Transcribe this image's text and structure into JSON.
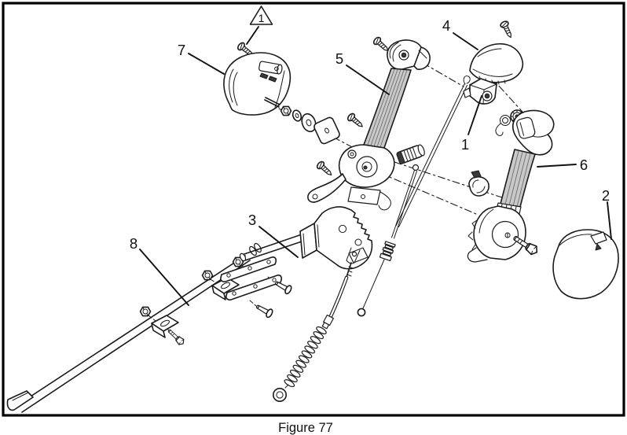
{
  "figure": {
    "caption": "Figure 77",
    "kind": "exploded-parts-diagram"
  },
  "colors": {
    "ink": "#1b1b1b",
    "background": "#ffffff"
  },
  "warning_triangle": {
    "label": "1"
  },
  "callouts": [
    {
      "label": "7",
      "part": "handle-cover"
    },
    {
      "label": "5",
      "part": "left-control-lever"
    },
    {
      "label": "4",
      "part": "grip-cap"
    },
    {
      "label": "1",
      "part": "switch-block"
    },
    {
      "label": "6",
      "part": "right-control-lever"
    },
    {
      "label": "2",
      "part": "side-cover"
    },
    {
      "label": "3",
      "part": "mounting-bracket"
    },
    {
      "label": "8",
      "part": "long-rod"
    }
  ]
}
